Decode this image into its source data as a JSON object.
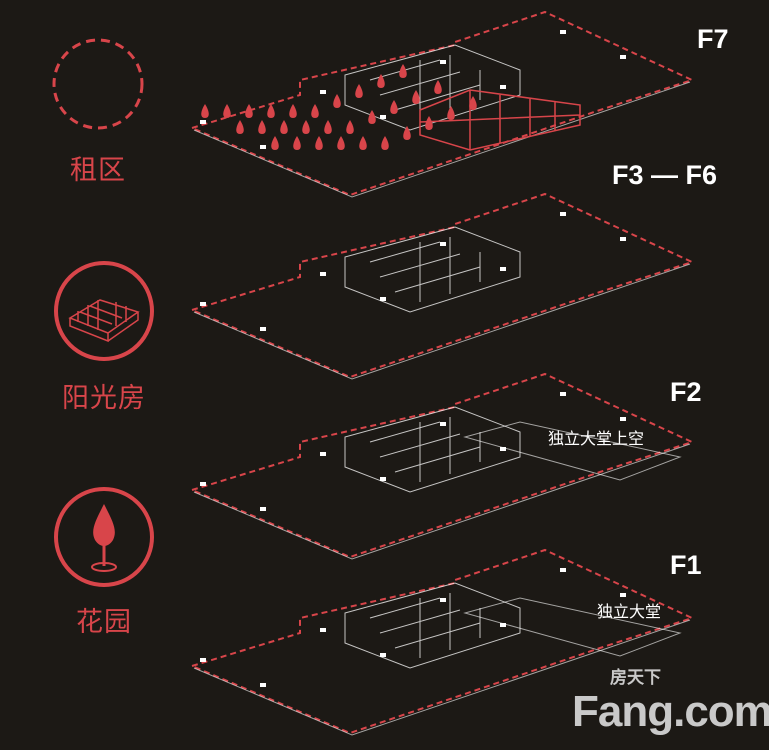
{
  "legend": [
    {
      "label": "租区",
      "icon": "dashed-circle-icon"
    },
    {
      "label": "阳光房",
      "icon": "sunroom-icon"
    },
    {
      "label": "花园",
      "icon": "tree-icon"
    }
  ],
  "floors": [
    {
      "label": "F7"
    },
    {
      "label": "F3 — F6"
    },
    {
      "label": "F2",
      "note": "独立大堂上空"
    },
    {
      "label": "F1",
      "note": "独立大堂"
    }
  ],
  "watermark": {
    "cn": "房天下",
    "en": "Fang.com"
  },
  "colors": {
    "background": "#1c1915",
    "accent": "#d8454a",
    "line": "#ffffff"
  }
}
